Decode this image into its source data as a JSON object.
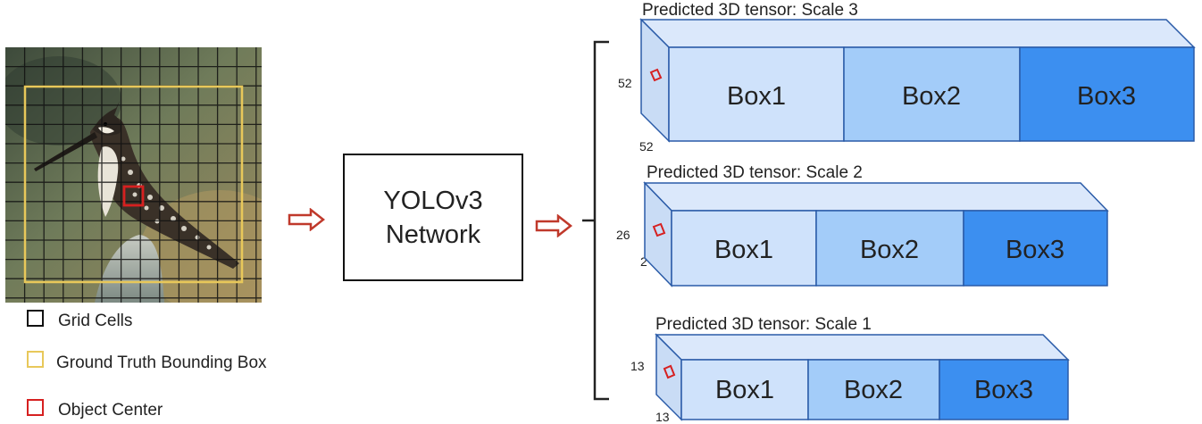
{
  "legend": {
    "grid_cells": "Grid Cells",
    "ground_truth": "Ground Truth Bounding Box",
    "object_center": "Object Center"
  },
  "network": {
    "line1": "YOLOv3",
    "line2": "Network"
  },
  "tensors": [
    {
      "title": "Predicted 3D tensor: Scale 3",
      "height_label": "52",
      "width_label": "52",
      "boxes": [
        "Box1",
        "Box2",
        "Box3"
      ]
    },
    {
      "title": "Predicted 3D tensor: Scale 2",
      "height_label": "26",
      "width_label": "2",
      "boxes": [
        "Box1",
        "Box2",
        "Box3"
      ]
    },
    {
      "title": "Predicted 3D tensor: Scale 1",
      "height_label": "13",
      "width_label": "13",
      "boxes": [
        "Box1",
        "Box2",
        "Box3"
      ]
    }
  ],
  "colors": {
    "grid": "#111111",
    "ground_truth": "#e8c85a",
    "object_center": "#d62020",
    "arrow": "#c0392b",
    "box1": "#cfe2fb",
    "box2": "#a3ccf9",
    "box3": "#3c8ff0",
    "tensor_top": "#dbe8fb",
    "tensor_side": "#c9dcf5",
    "tensor_border": "#2a5ba8"
  }
}
